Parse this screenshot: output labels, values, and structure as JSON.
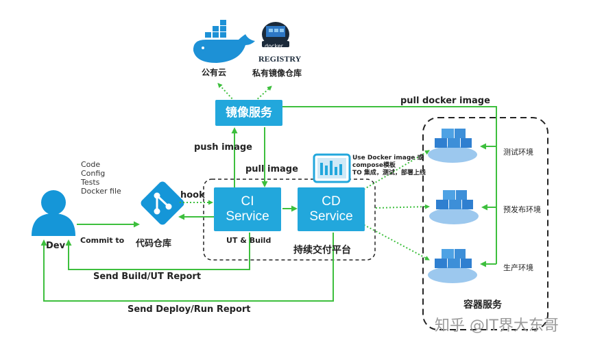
{
  "nodes": {
    "public_cloud": "公有云",
    "private_registry": "私有镜像仓库",
    "registry_logo_top": "docker",
    "registry_logo_text": "REGISTRY",
    "image_service": "镜像服务",
    "ci_line1": "CI",
    "ci_line2": "Service",
    "cd_line1": "CD",
    "cd_line2": "Service",
    "ci_sub": "UT & Build",
    "platform": "持续交付平台",
    "code_repo": "代码仓库",
    "dev": "Dev",
    "container_service": "容器服务",
    "env_test": "测试环境",
    "env_preprod": "预发布环境",
    "env_prod": "生产环境"
  },
  "edges": {
    "push_image": "push image",
    "pull_image": "pull image",
    "pull_docker_image": "pull docker image",
    "hook": "hook",
    "commit_to": "Commit to",
    "send_build": "Send Build/UT Report",
    "send_deploy": "Send Deploy/Run Report"
  },
  "commit_items": [
    "Code",
    "Config",
    "Tests",
    "Docker file"
  ],
  "use_docker_note": [
    "Use Docker image 或",
    "compose模板",
    "TO 集成，测试，部署上线"
  ],
  "watermark": "知乎 @IT界大东哥",
  "colors": {
    "box_blue": "#22a7dc",
    "arrow_green": "#3dbf3d",
    "dev_blue": "#1596d8",
    "container_blue": "#3d8fd8"
  },
  "icons": [
    "docker-whale-icon",
    "docker-registry-icon",
    "git-icon",
    "user-icon",
    "dashboard-icon",
    "container-stack-icon"
  ]
}
